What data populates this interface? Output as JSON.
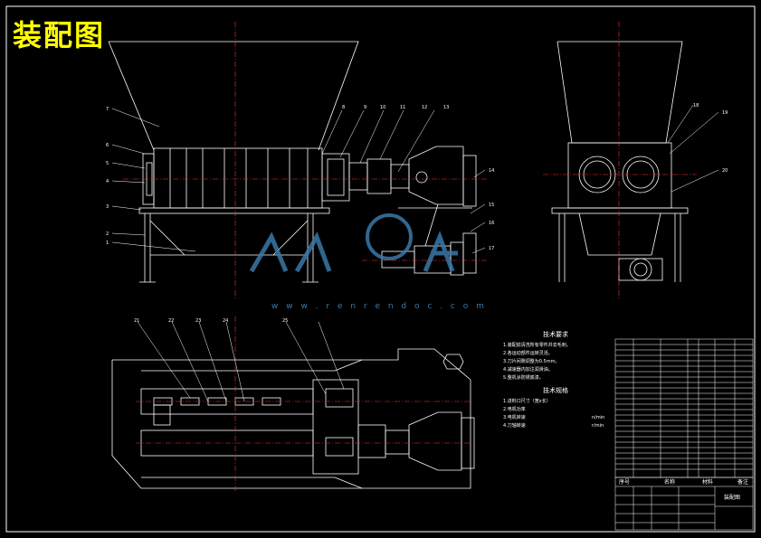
{
  "title": "装配图",
  "tech_requirements": {
    "heading": "技术要求",
    "items": [
      "1.装配前清洗所有零件并去毛刺。",
      "2.各运动部件运转灵活。",
      "3.刀片间隙调整为0.5mm。",
      "4.减速器内加注润滑油。",
      "5.整机涂防锈底漆。"
    ]
  },
  "tech_specs": {
    "heading": "技术规格",
    "rows": [
      {
        "label": "1.进料口尺寸（宽x长）",
        "value": ""
      },
      {
        "label": "2.电机功率",
        "value": ""
      },
      {
        "label": "3.电机转速",
        "value": "n/min"
      },
      {
        "label": "4.刀轴转速",
        "value": "r/min"
      }
    ]
  },
  "part_numbers": [
    "1",
    "2",
    "3",
    "4",
    "5",
    "6",
    "7",
    "8",
    "9",
    "10",
    "11",
    "12",
    "13",
    "14",
    "15",
    "16",
    "17",
    "18",
    "19",
    "20",
    "21",
    "22",
    "23",
    "24",
    "25"
  ],
  "title_block": {
    "col_seq": "序号",
    "col_name": "名称",
    "col_material": "材料",
    "col_remark": "备注",
    "drawing_name": "装配图"
  },
  "watermark": {
    "url": "w w w . r e n r e n d o c . c o m"
  },
  "colors": {
    "background": "#000000",
    "line": "#ffffff",
    "centerline": "#ff3333",
    "title": "#ffff00",
    "watermark": "#3a78a8"
  }
}
